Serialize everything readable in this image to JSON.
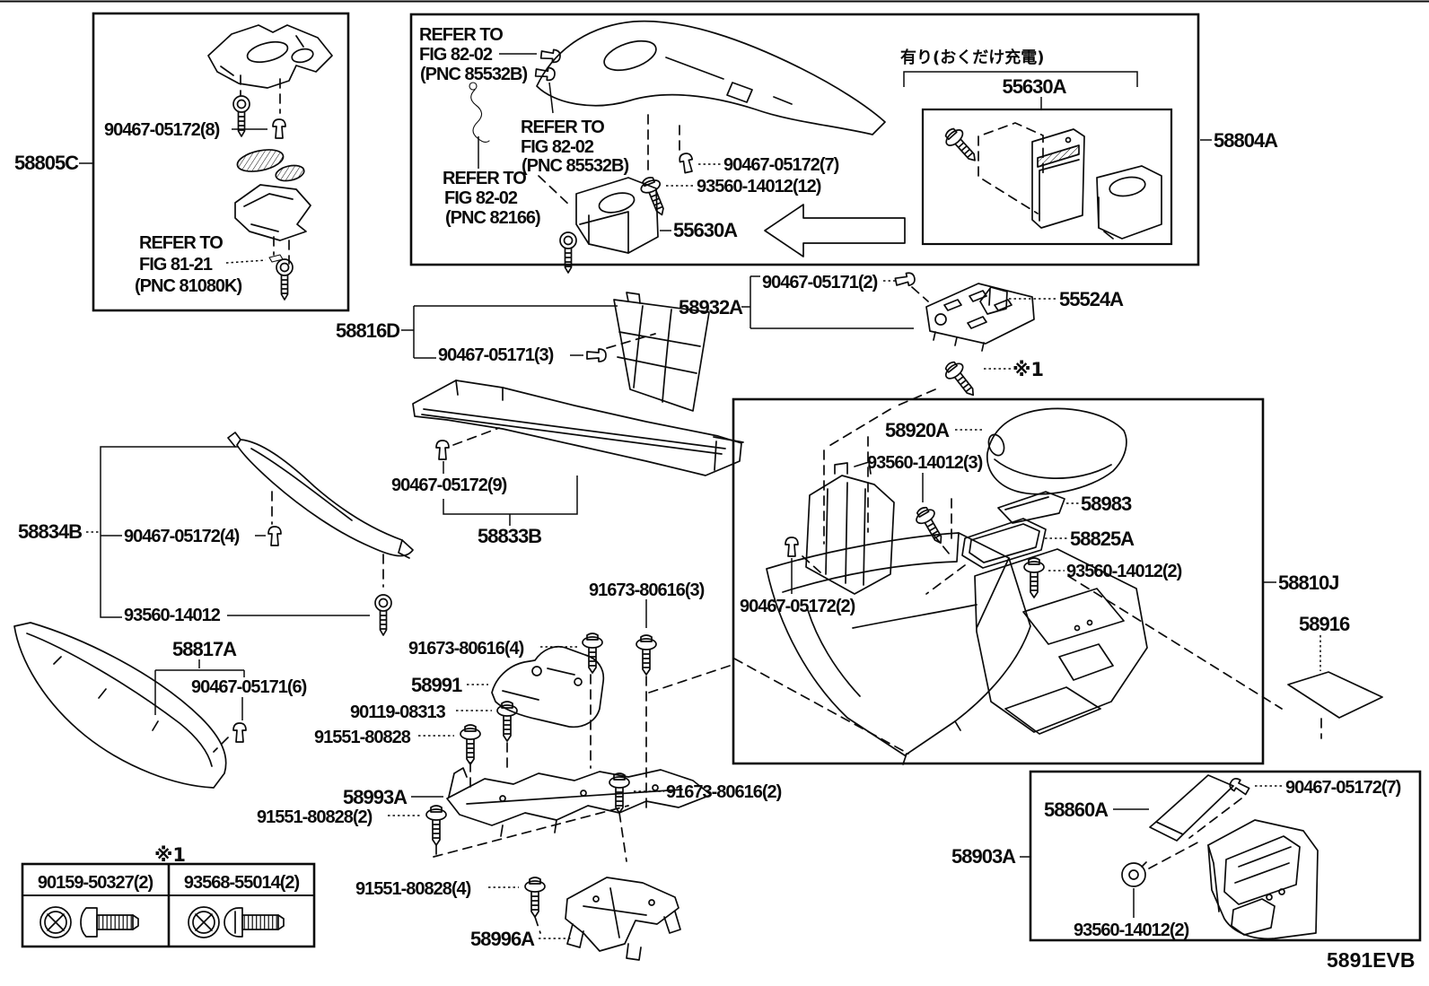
{
  "labels": {
    "p58805c": "58805C",
    "p90467_05172_8": "90467-05172(8)",
    "p90467_05172_7_top": "90467-05172(7)",
    "p93560_14012_12": "93560-14012(12)",
    "p55630a_arrow": "55630A",
    "p55630a_charger": "55630A",
    "p58804a": "58804A",
    "p90467_05171_2": "90467-05171(2)",
    "p58932a": "58932A",
    "p55524a": "55524A",
    "p58816d": "58816D",
    "p90467_05171_3": "90467-05171(3)",
    "p58920a": "58920A",
    "p93560_14012_3": "93560-14012(3)",
    "p58983": "58983",
    "p58825a": "58825A",
    "p93560_14012_2_main": "93560-14012(2)",
    "p90467_05172_2": "90467-05172(2)",
    "p58810j": "58810J",
    "p58916": "58916",
    "p58834b": "58834B",
    "p90467_05172_4": "90467-05172(4)",
    "p93560_14012": "93560-14012",
    "p58817a": "58817A",
    "p90467_05171_6": "90467-05171(6)",
    "p90467_05172_9": "90467-05172(9)",
    "p58833b": "58833B",
    "p91673_80616_3": "91673-80616(3)",
    "p91673_80616_4": "91673-80616(4)",
    "p58991": "58991",
    "p90119_08313": "90119-08313",
    "p91551_80828": "91551-80828",
    "p58993a": "58993A",
    "p91551_80828_2": "91551-80828(2)",
    "p91551_80828_4": "91551-80828(4)",
    "p58996a": "58996A",
    "p91673_80616_2": "91673-80616(2)",
    "p58860a": "58860A",
    "p90467_05172_7_br": "90467-05172(7)",
    "p58903a": "58903A",
    "p93560_14012_2_br": "93560-14012(2)"
  },
  "refer_notes": {
    "fig_81_21": [
      "REFER TO",
      "FIG 81-21",
      "(PNC 81080K)"
    ],
    "fig_82_02_a": [
      "REFER TO",
      "FIG 82-02",
      "(PNC 85532B)"
    ],
    "fig_82_02_b": [
      "REFER TO",
      "FIG 82-02",
      "(PNC 85532B)"
    ],
    "fig_82_02_c": [
      "REFER TO",
      "FIG 82-02",
      "(PNC 82166)"
    ]
  },
  "annotations": {
    "wireless_option": "有り(おくだけ充電)",
    "footnote_marker_top": "※1",
    "footnote_marker_table": "※1",
    "figure_code": "5891EVB"
  },
  "fastener_table": {
    "columns": [
      "90159-50327(2)",
      "93568-55014(2)"
    ]
  }
}
